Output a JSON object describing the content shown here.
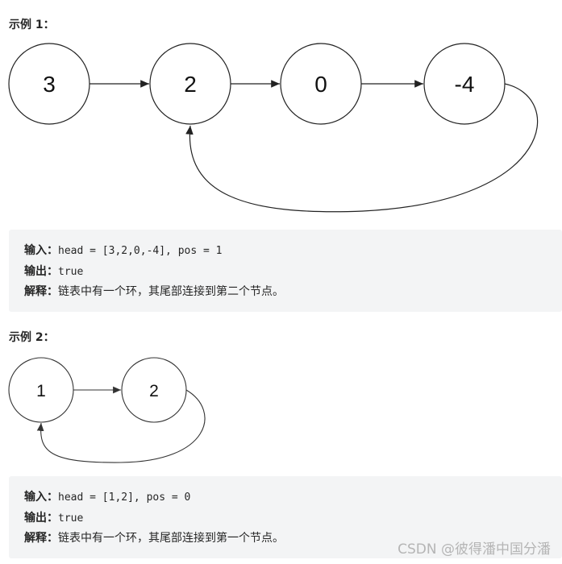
{
  "example1": {
    "title": "示例 1：",
    "nodes": [
      "3",
      "2",
      "0",
      "-4"
    ],
    "input_label": "输入：",
    "input": "head = [3,2,0,-4], pos = 1",
    "output_label": "输出：",
    "output": "true",
    "explain_label": "解释：",
    "explain": "链表中有一个环，其尾部连接到第二个节点。"
  },
  "example2": {
    "title": "示例 2：",
    "nodes": [
      "1",
      "2"
    ],
    "input_label": "输入：",
    "input": "head = [1,2], pos = 0",
    "output_label": "输出：",
    "output": "true",
    "explain_label": "解释：",
    "explain": "链表中有一个环，其尾部连接到第一个节点。"
  },
  "watermark": "CSDN @彼得潘中国分潘"
}
